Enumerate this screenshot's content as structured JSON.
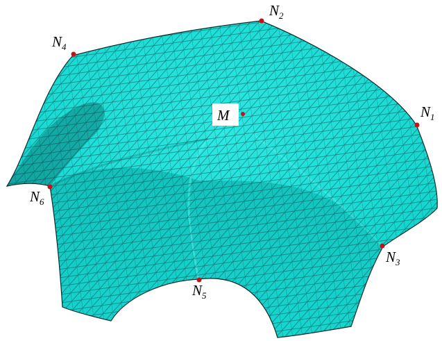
{
  "figure": {
    "surface_color": "#16d6d0",
    "mesh_line_color": "#0b2b2b",
    "shade_color": "#0d7f7c",
    "highlight_color": "#52f3ee",
    "node_color": "#c0141c",
    "label_box_color": "#ffffff"
  },
  "points": {
    "N1": {
      "main": "N",
      "sub": "1"
    },
    "N2": {
      "main": "N",
      "sub": "2"
    },
    "N3": {
      "main": "N",
      "sub": "3"
    },
    "N4": {
      "main": "N",
      "sub": "4"
    },
    "N5": {
      "main": "N",
      "sub": "5"
    },
    "N6": {
      "main": "N",
      "sub": "6"
    },
    "M": {
      "main": "M"
    }
  }
}
